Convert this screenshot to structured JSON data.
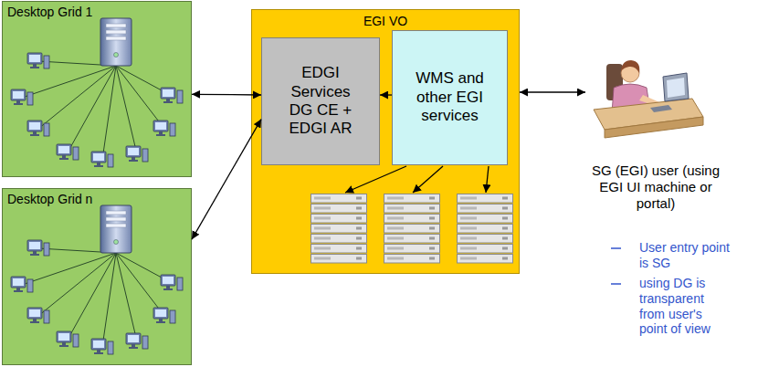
{
  "diagram": {
    "nodes": [
      {
        "text": [
          "Desktop Grid 1"
        ]
      },
      {
        "text": [
          "Desktop Grid n"
        ]
      },
      {
        "text": [
          "EGI VO"
        ]
      },
      {
        "text": [
          "EDGI Services DG CE + EDGI AR"
        ],
        "in": 2
      },
      {
        "text": [
          "WMS and other EGI services"
        ],
        "in": 2
      }
    ],
    "edges": [
      {
        "from": 0,
        "to": 3,
        "arrow": "both"
      },
      {
        "from": 1,
        "to": 3,
        "arrow": "both"
      },
      {
        "from": 4,
        "to": 3,
        "arrow": "to"
      }
    ],
    "labels": [
      "SG (EGI) user (using EGI UI machine or portal)",
      "User entry point is SG",
      "using DG is transparent from user's point of view"
    ]
  }
}
